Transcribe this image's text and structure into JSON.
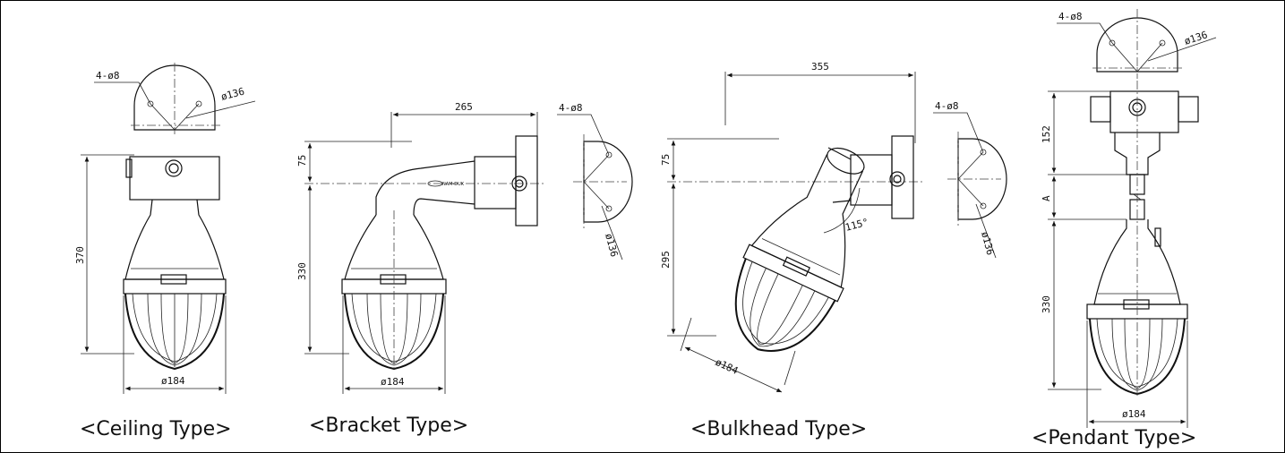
{
  "views": {
    "ceiling": {
      "caption": "<Ceiling Type>",
      "dims": {
        "holes": "4-ø8",
        "mount_dia": "ø136",
        "height": "370",
        "globe_dia": "ø184"
      }
    },
    "bracket": {
      "caption": "<Bracket Type>",
      "dims": {
        "width": "265",
        "arm": "75",
        "height": "330",
        "globe_dia": "ø184",
        "holes": "4-ø8",
        "mount_dia": "ø136"
      },
      "brand": "NAM-DUK"
    },
    "bulkhead": {
      "caption": "<Bulkhead Type>",
      "dims": {
        "width": "355",
        "arm": "75",
        "height": "295",
        "angle": "115°",
        "globe_dia": "ø184",
        "holes": "4-ø8",
        "mount_dia": "ø136"
      }
    },
    "pendant": {
      "caption": "<Pendant Type>",
      "dims": {
        "holes": "4-ø8",
        "mount_dia": "ø136",
        "box": "152",
        "pipe": "A",
        "height": "330",
        "globe_dia": "ø184"
      }
    }
  }
}
